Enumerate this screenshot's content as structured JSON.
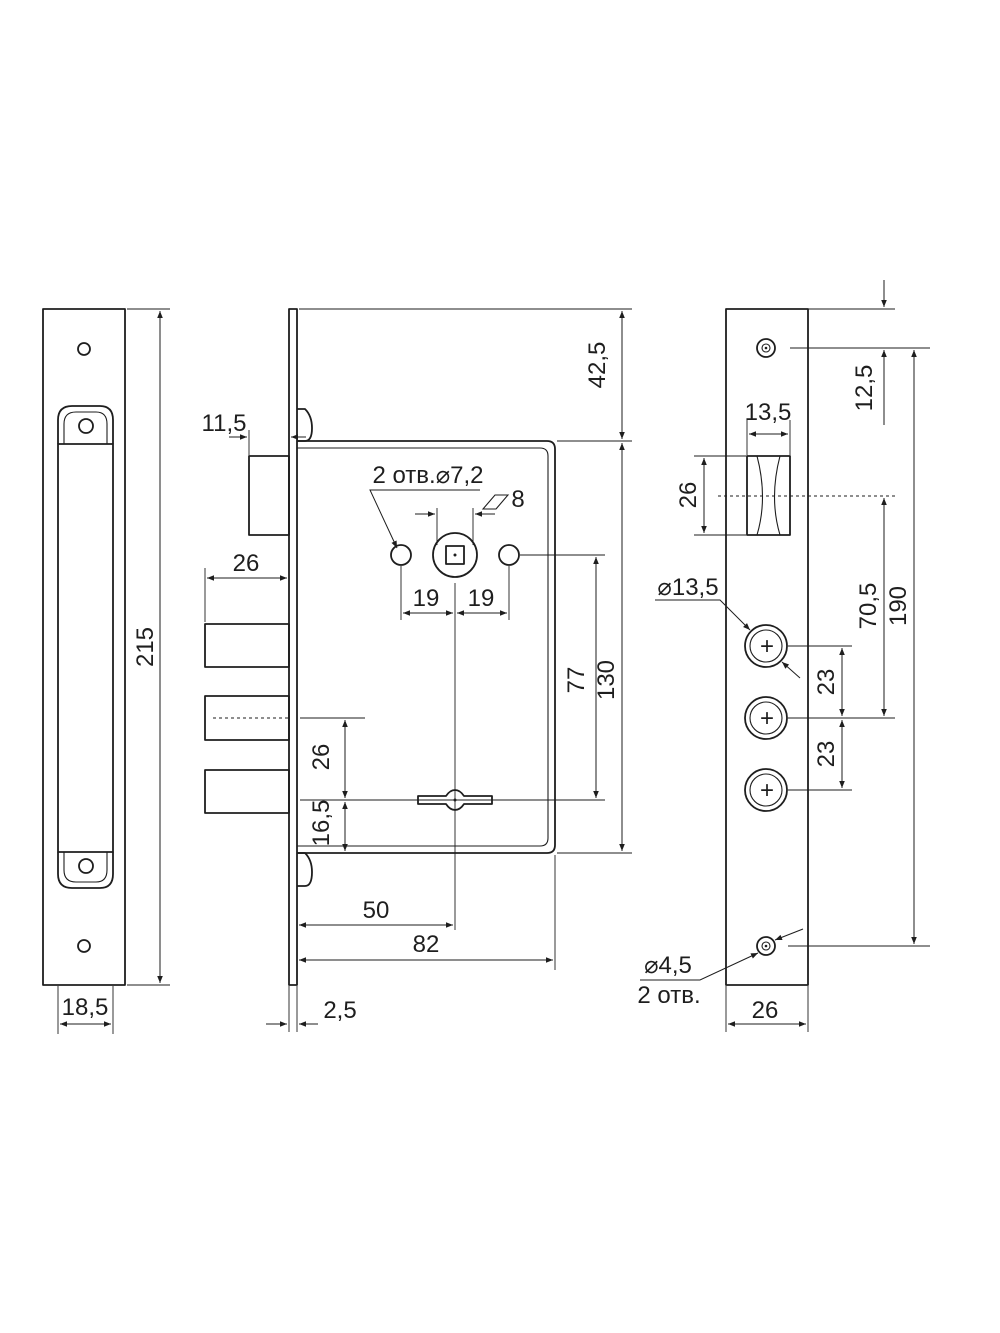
{
  "dimensions": {
    "strike_height": "215",
    "strike_width": "18,5",
    "top_offset": "42,5",
    "bolt_projection": "11,5",
    "holes_spec": "2 отв.⌀7,2",
    "spindle_square": "8",
    "left_spacing": "19",
    "right_spacing": "19",
    "latch_projection": "26",
    "spindle_to_key": "77",
    "case_height": "130",
    "bolt_spacing": "26",
    "key_offset": "16,5",
    "backset": "50",
    "case_depth": "82",
    "plate_thickness": "2,5",
    "screw_offset": "12,5",
    "latch_width": "13,5",
    "latch_height": "26",
    "bolt_diameter": "⌀13,5",
    "latch_to_bolt": "70,5",
    "screw_spacing": "190",
    "bolt_pitch_1": "23",
    "bolt_pitch_2": "23",
    "screw_diameter": "⌀4,5",
    "screw_count": "2 отв.",
    "faceplate_width": "26"
  }
}
